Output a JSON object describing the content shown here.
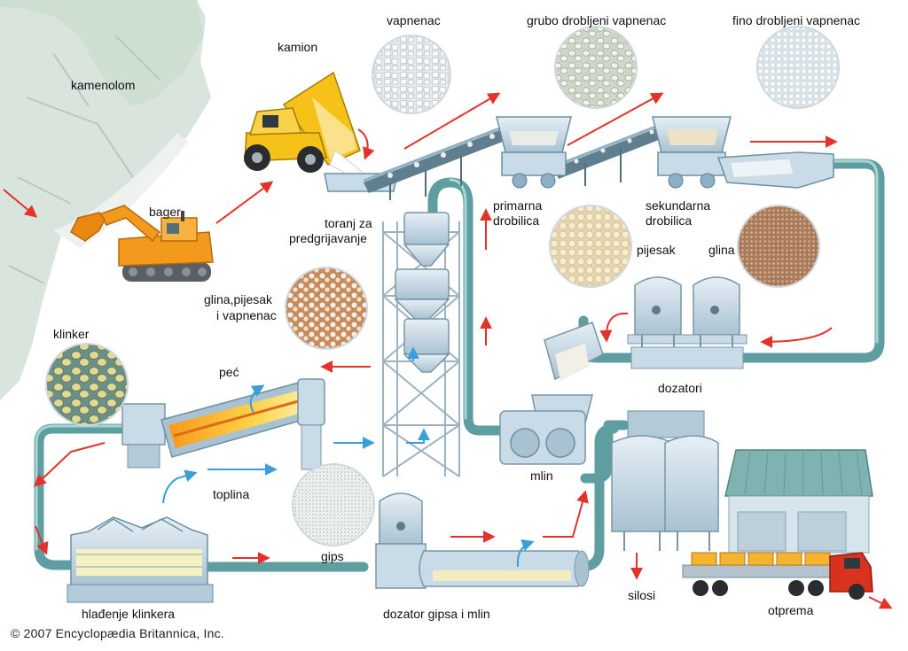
{
  "labels": {
    "quarry": "kamenolom",
    "truck": "kamion",
    "excavator": "bager",
    "limestone": "vapnenac",
    "coarse_limestone": "grubo drobljeni vapnenac",
    "fine_limestone": "fino drobljeni vapnenac",
    "primary_crusher_1": "primarna",
    "primary_crusher_2": "drobilica",
    "secondary_crusher_1": "sekundarna",
    "secondary_crusher_2": "drobilica",
    "preheater_1": "toranj za",
    "preheater_2": "predgrijavanje",
    "sand": "pijesak",
    "clay": "glina",
    "mix_1": "glina,pijesak",
    "mix_2": "i vapnenac",
    "clinker": "klinker",
    "kiln": "peć",
    "dosers": "dozatori",
    "mill": "mlin",
    "heat": "toplina",
    "gypsum": "gips",
    "clinker_cooling": "hlađenje klinkera",
    "gypsum_doser_mill": "dozator gipsa i mlin",
    "silos": "silosi",
    "shipping": "otprema"
  },
  "copyright": "© 2007 Encyclopædia Britannica, Inc.",
  "colors": {
    "pipe": "#5f9ea0",
    "pipe_light": "#9ccfd0",
    "arrow_red": "#e2322b",
    "arrow_blue": "#3a9fd8",
    "machine_orange": "#f39a1e",
    "truck_yellow": "#f6c21a",
    "equipment": "#c9dbe6",
    "equipment_dark": "#8fb0c4",
    "cab_red": "#d9331f"
  }
}
